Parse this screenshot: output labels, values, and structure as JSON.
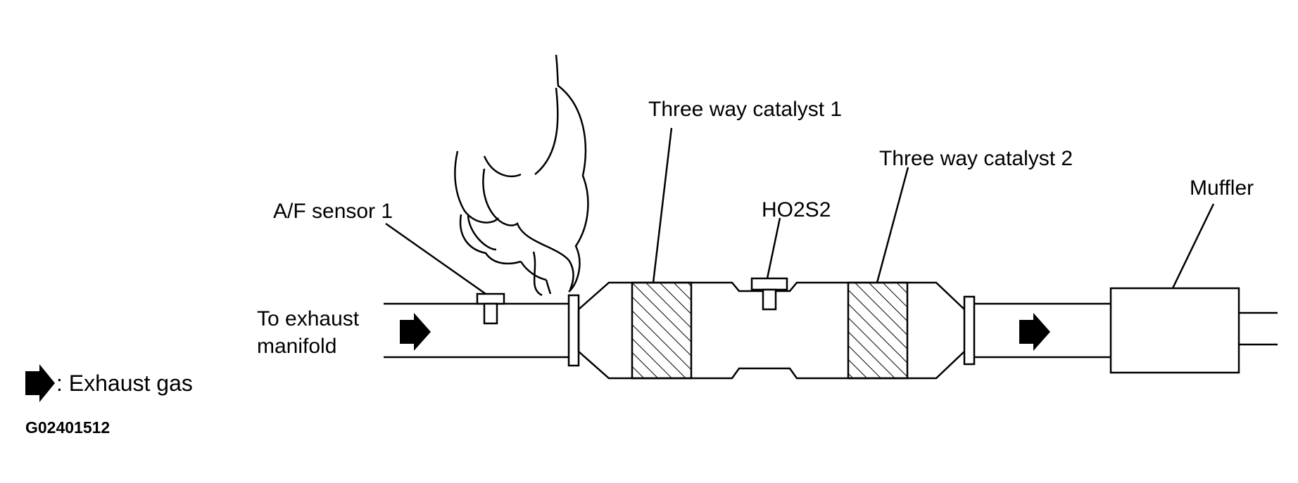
{
  "labels": {
    "cat1": "Three way catalyst 1",
    "cat2": "Three way catalyst 2",
    "muffler": "Muffler",
    "af_sensor": "A/F sensor 1",
    "ho2s2": "HO2S2",
    "to_exhaust_line1": "To exhaust",
    "to_exhaust_line2": "manifold",
    "legend_text": ": Exhaust gas",
    "figure_code": "G02401512"
  },
  "icons": {
    "flow_arrow": "right-arrow-icon",
    "smoke": "smoke-cloud-icon"
  }
}
